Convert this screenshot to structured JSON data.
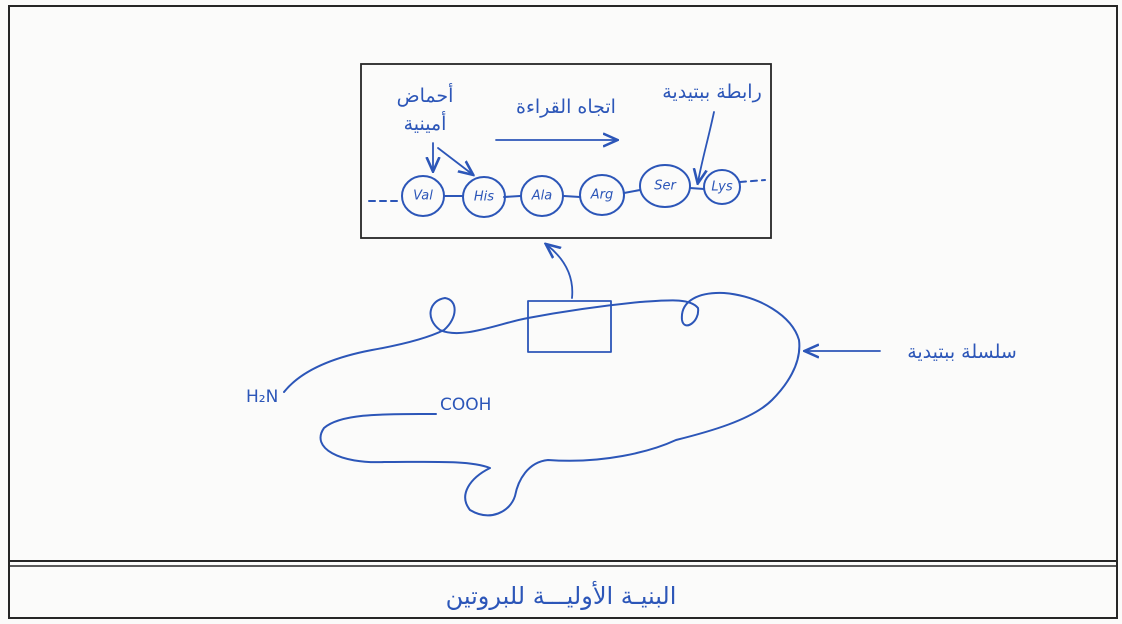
{
  "labels": {
    "amino_acids_line1": "أحماض",
    "amino_acids_line2": "أمينية",
    "reading_direction": "اتجاه القراءة",
    "peptide_bond": "رابطة ببتيدية",
    "peptide_chain": "سلسلة ببتيدية",
    "n_terminus": "H₂N",
    "c_terminus": "COOH"
  },
  "amino_acids": [
    "Val",
    "His",
    "Ala",
    "Arg",
    "Ser",
    "Lys"
  ],
  "caption": "البنيـة الأوليـــة للبروتين",
  "colors": {
    "ink": "#2c56b8",
    "frame": "#262626",
    "paper": "#fbfbfa"
  }
}
